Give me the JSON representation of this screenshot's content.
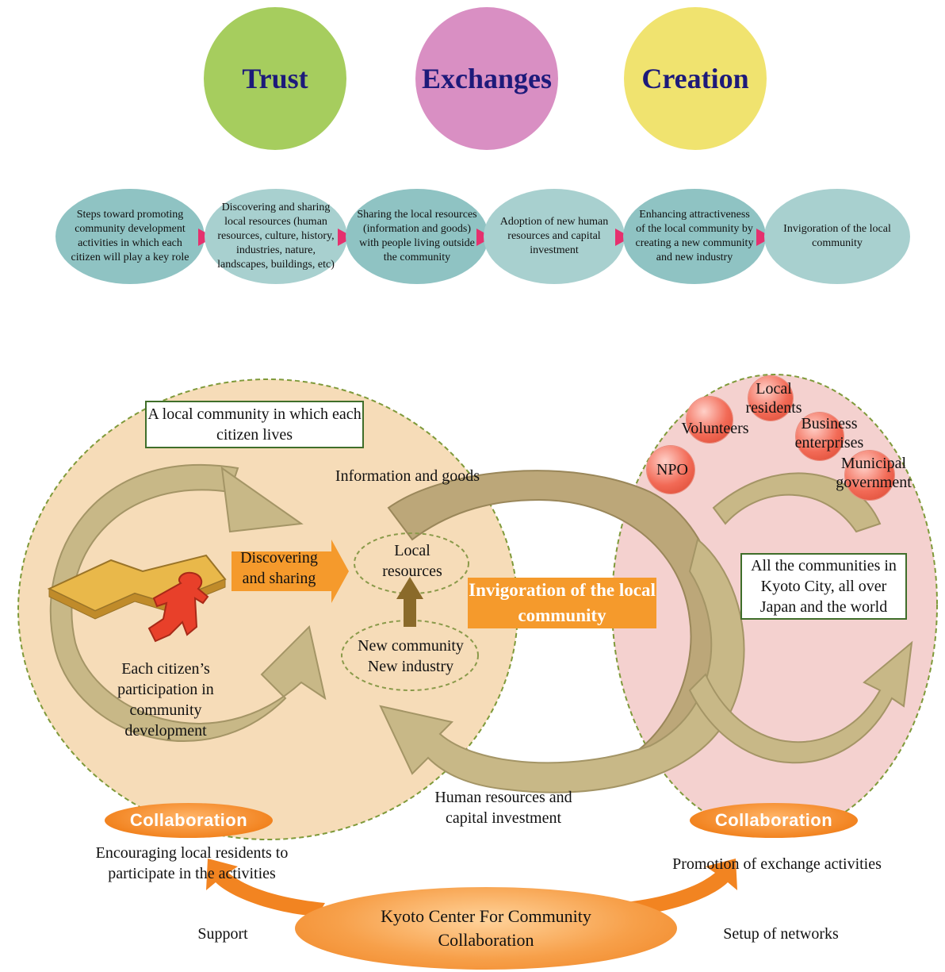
{
  "values": {
    "trust": "Trust",
    "exchanges": "Exchanges",
    "creation": "Creation"
  },
  "steps": [
    "Steps toward promoting community development activities in which each citizen will play a key role",
    "Discovering and sharing local resources (human resources, culture, history, industries, nature, landscapes, buildings, etc)",
    "Sharing the local resources (information and goods) with people living outside the community",
    "Adoption of new human resources and capital investment",
    "Enhancing attractiveness of the local community by creating a new community and new industry",
    "Invigoration of the local community"
  ],
  "left_area": {
    "title": "A local community in which each citizen lives",
    "citizen_label": "Each citizen’s participation in community development",
    "discover_label": "Discovering and sharing",
    "local_resources": "Local resources",
    "new_community": "New community New industry"
  },
  "flows": {
    "info_goods": "Information and goods",
    "human_resources": "Human resources and capital investment",
    "invigoration": "Invigoration of the local community"
  },
  "right_area": {
    "actors": {
      "local_residents": "Local residents",
      "volunteers": "Volunteers",
      "business": "Business enterprises",
      "npo": "NPO",
      "municipal": "Municipal government"
    },
    "communities": "All the communities in Kyoto City, all over Japan and the world"
  },
  "collaboration": {
    "left_badge": "Collaboration",
    "right_badge": "Collaboration",
    "left_caption": "Encouraging local residents to participate in the activities",
    "right_caption": "Promotion of exchange activities"
  },
  "center": {
    "name": "Kyoto Center For Community Collaboration",
    "support": "Support",
    "networks": "Setup of networks"
  },
  "colors": {
    "trust": "#a6cd5e",
    "exchanges": "#d98fc3",
    "creation": "#f0e36f",
    "step_teal": "#8fc3c3",
    "step_arrow": "#e5306e",
    "left_area": "#f6dcb8",
    "right_area": "#f4d1cf",
    "orange": "#f28421",
    "big_arrow": "#c8b887"
  }
}
